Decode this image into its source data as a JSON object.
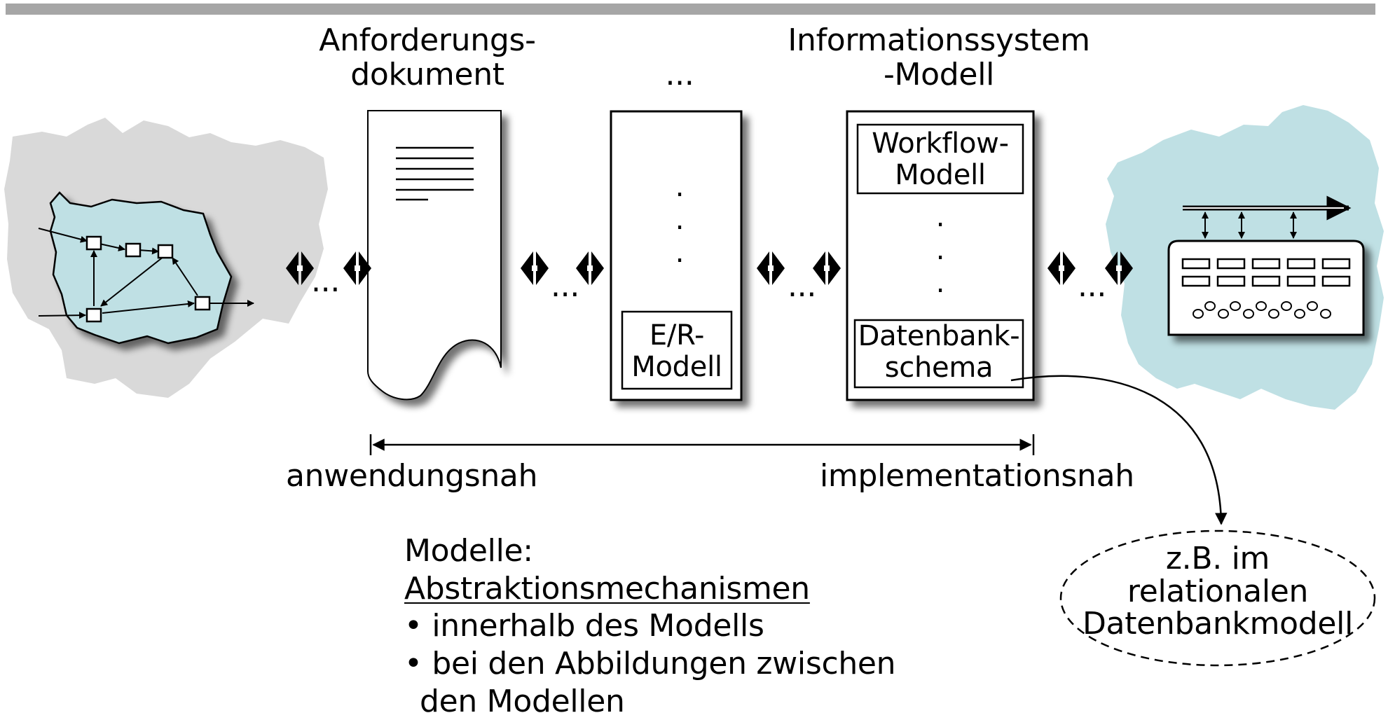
{
  "header": {
    "doc_title": [
      "Anforderungs-",
      "dokument"
    ],
    "middle_title": "...",
    "is_title": [
      "Informationssystem",
      "-Modell"
    ]
  },
  "boxes": {
    "middle_dots": ".",
    "er": [
      "E/R-",
      "Modell"
    ],
    "workflow": [
      "Workflow-",
      "Modell"
    ],
    "db": [
      "Datenbank-",
      "schema"
    ]
  },
  "connectors": {
    "ellipsis": "..."
  },
  "scale": {
    "left": "anwendungsnah",
    "right": "implementationsnah"
  },
  "callout": [
    "z.B. im",
    "relationalen",
    "Datenbankmodell"
  ],
  "notes": {
    "heading": "Modelle:",
    "subheading": "Abstraktionsmechanismen",
    "bullets": [
      "• innerhalb des Modells",
      "• bei den Abbildungen zwischen",
      "den Modellen"
    ]
  },
  "colors": {
    "bar": "#a6a6a6",
    "world_gray": "#d9d9d9",
    "world_cyan": "#bfe0e4",
    "ink": "#000000"
  }
}
